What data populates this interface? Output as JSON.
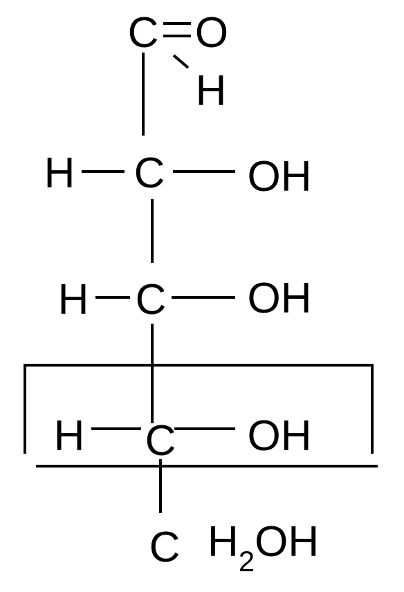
{
  "molecule": {
    "aldehyde": {
      "carbon": "C",
      "bond": "=",
      "oxygen": "O",
      "hydrogen": "H"
    },
    "row1": {
      "left": "H",
      "center": "C",
      "right": "OH"
    },
    "row2": {
      "left": "H",
      "center": "C",
      "right": "OH"
    },
    "row3": {
      "left": "H",
      "center": "C",
      "right": "OH"
    },
    "tail": {
      "carbon": "C",
      "h": "H",
      "subscript": "2",
      "oh": "OH"
    }
  }
}
